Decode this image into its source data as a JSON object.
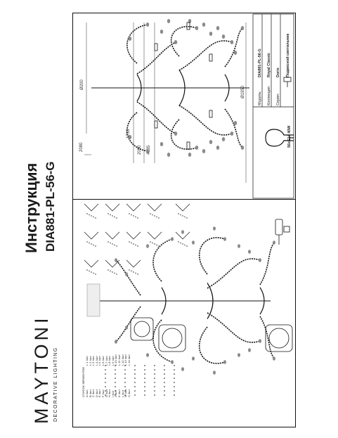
{
  "brand": {
    "name": "MAYTONI",
    "tagline": "DECORATIVE LIGHTING"
  },
  "document": {
    "title": "Инструкция",
    "model": "DIA881-PL-56-G"
  },
  "info_panel": {
    "model_label": "Модель:",
    "model_value": "DIA881-PL-56-G",
    "collection_label": "Коллекция:",
    "collection_value": "Royal Classic",
    "series_label": "Серия:",
    "series_value": "Doris",
    "type_value": "Подвесной светильник",
    "bulb_spec": "56xE14 40W"
  },
  "dimensions": {
    "d1": "Ø200",
    "d2": "Ø1950",
    "d3": "1733",
    "d4": "2080",
    "d5": "2050",
    "d6": "4135"
  },
  "parts_list": {
    "header": "СПИСОК ЭЛЕМЕНТОВ",
    "left_col": [
      "A 4шт",
      "B 4шт",
      "C 4шт",
      "D 4шт",
      "E 4шт",
      "F 4шт",
      "G 4шт",
      "H 4шт",
      "I 4шт",
      "J 4шт",
      "K 4шт",
      "L 4шт",
      "M 4шт",
      "N 4шт"
    ],
    "right_col": [
      "L 1 4шт",
      "L 2 4шт",
      "L 3 4шт",
      "L 4 4шт",
      "L 5 4шт",
      "L 6 4шт",
      "L 7 4шт",
      "L 8 4шт",
      "L 9 4шт",
      "L 10 4шт",
      "L 11 4шт",
      "L 12 4шт",
      "L 13 4шт",
      "L 14 4шт"
    ]
  },
  "colors": {
    "line": "#111111",
    "crystal": "#8a8a8a",
    "hatch": "#777777"
  }
}
